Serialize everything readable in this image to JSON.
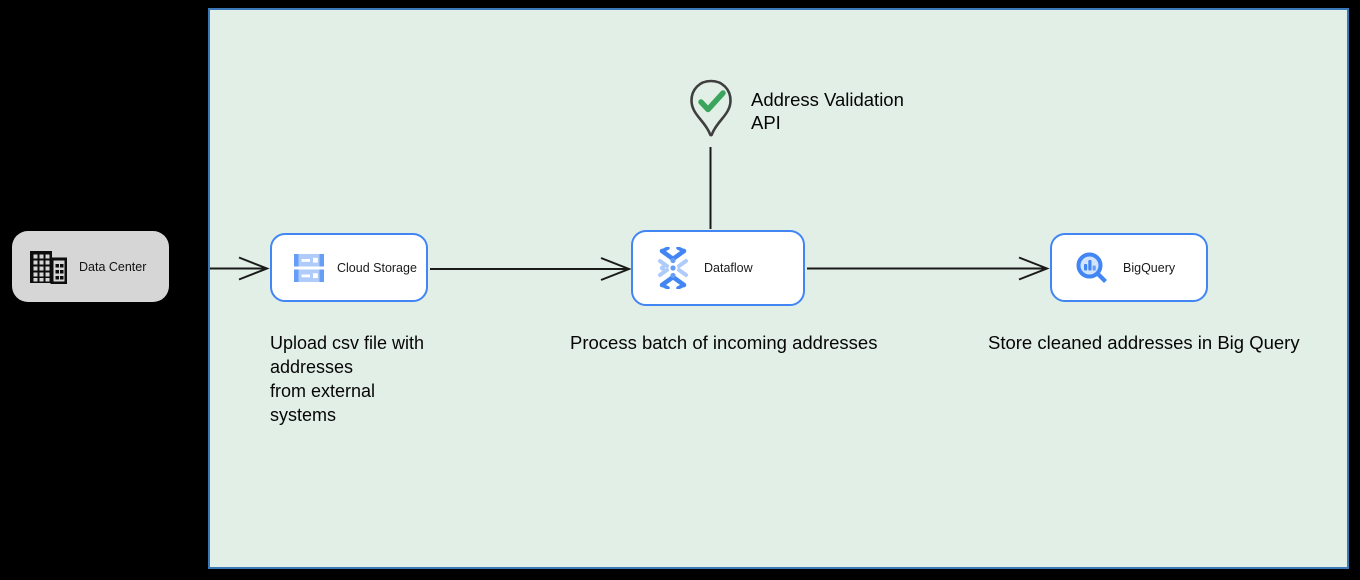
{
  "diagram": {
    "type": "gcp-architecture-flow",
    "nodes": {
      "data_center": {
        "label": "Data Center",
        "icon": "building-icon"
      },
      "cloud_storage": {
        "label": "Cloud Storage",
        "icon": "cloud-storage-icon"
      },
      "dataflow": {
        "label": "Dataflow",
        "icon": "dataflow-icon"
      },
      "bigquery": {
        "label": "BigQuery",
        "icon": "bigquery-icon"
      }
    },
    "annotations": {
      "address_validation": {
        "icon": "map-pin-check-icon",
        "lines": [
          "Address Validation",
          "API"
        ]
      },
      "upload": {
        "lines": [
          "Upload csv file with",
          "addresses",
          "from external",
          "systems"
        ]
      },
      "process": {
        "text": "Process batch of incoming addresses"
      },
      "store": {
        "text": "Store cleaned addresses in Big Query"
      }
    },
    "edges": [
      {
        "from": "data_center",
        "to": "cloud_storage",
        "style": "open-arrow"
      },
      {
        "from": "cloud_storage",
        "to": "dataflow",
        "style": "open-arrow"
      },
      {
        "from": "dataflow",
        "to": "bigquery",
        "style": "open-arrow"
      },
      {
        "from": "address_validation",
        "to": "dataflow",
        "style": "plain-line"
      }
    ],
    "colors": {
      "page_background": "#000000",
      "canvas_background": "#e2efe7",
      "canvas_border": "#3b78b8",
      "node_border": "#4285f4",
      "node_background": "#ffffff",
      "data_center_background": "#d6d6d6",
      "icon_blue": "#4285f4",
      "icon_light_blue": "#aecbfa",
      "icon_mid_blue": "#669df6",
      "pin_outline": "#3f3f3f",
      "check_green": "#3ba55d",
      "connector": "#1a1a1a"
    }
  }
}
